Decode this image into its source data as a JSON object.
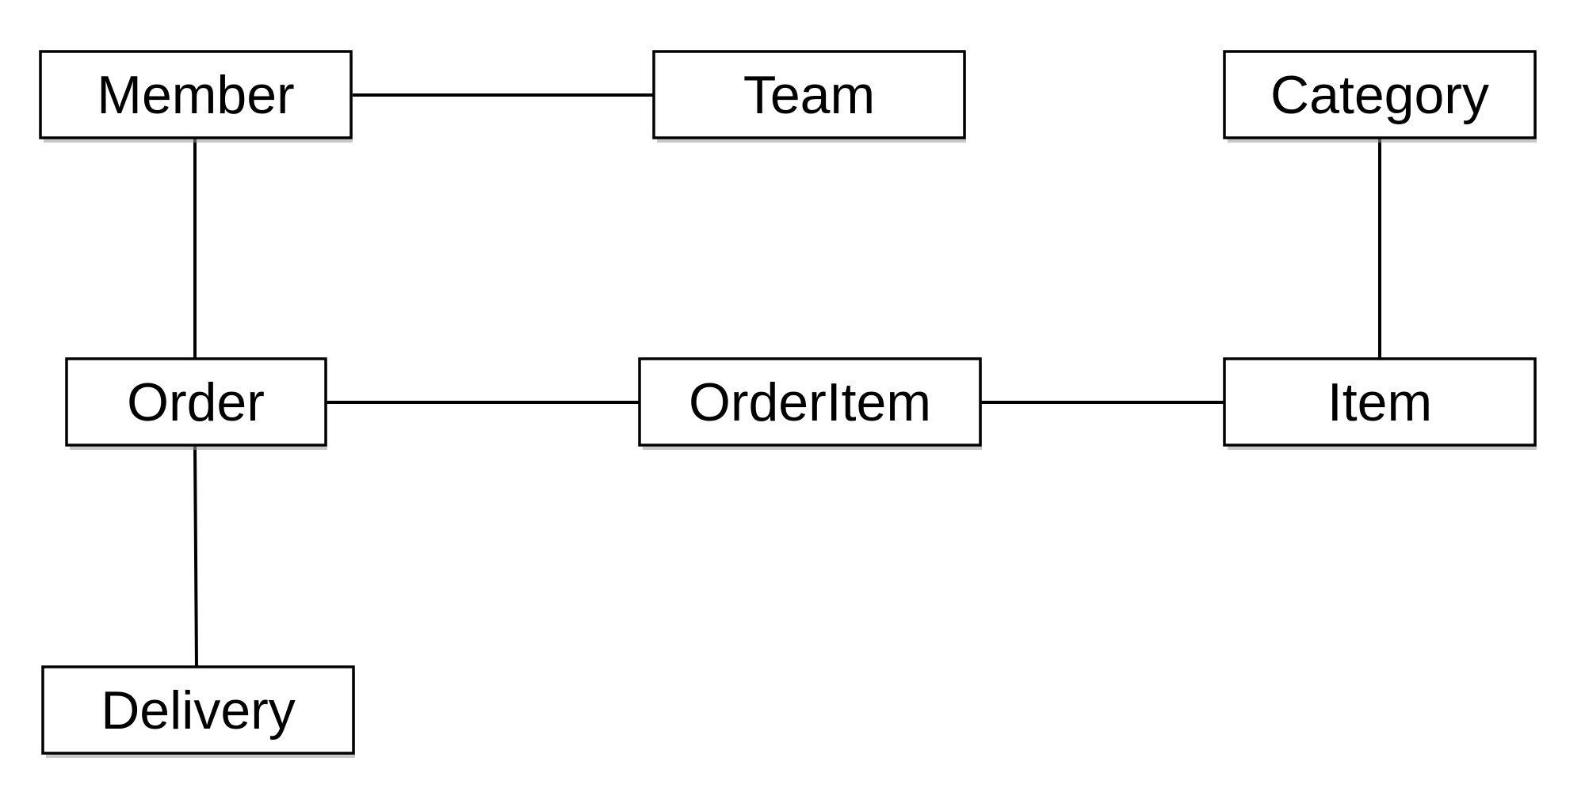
{
  "entities": {
    "member": "Member",
    "team": "Team",
    "category": "Category",
    "order": "Order",
    "order_item": "OrderItem",
    "item": "Item",
    "delivery": "Delivery"
  },
  "relations": [
    [
      "member",
      "team"
    ],
    [
      "member",
      "order"
    ],
    [
      "order",
      "order_item"
    ],
    [
      "order_item",
      "item"
    ],
    [
      "category",
      "item"
    ],
    [
      "order",
      "delivery"
    ]
  ],
  "colors": {
    "stroke": "#000000",
    "fill": "#ffffff"
  }
}
